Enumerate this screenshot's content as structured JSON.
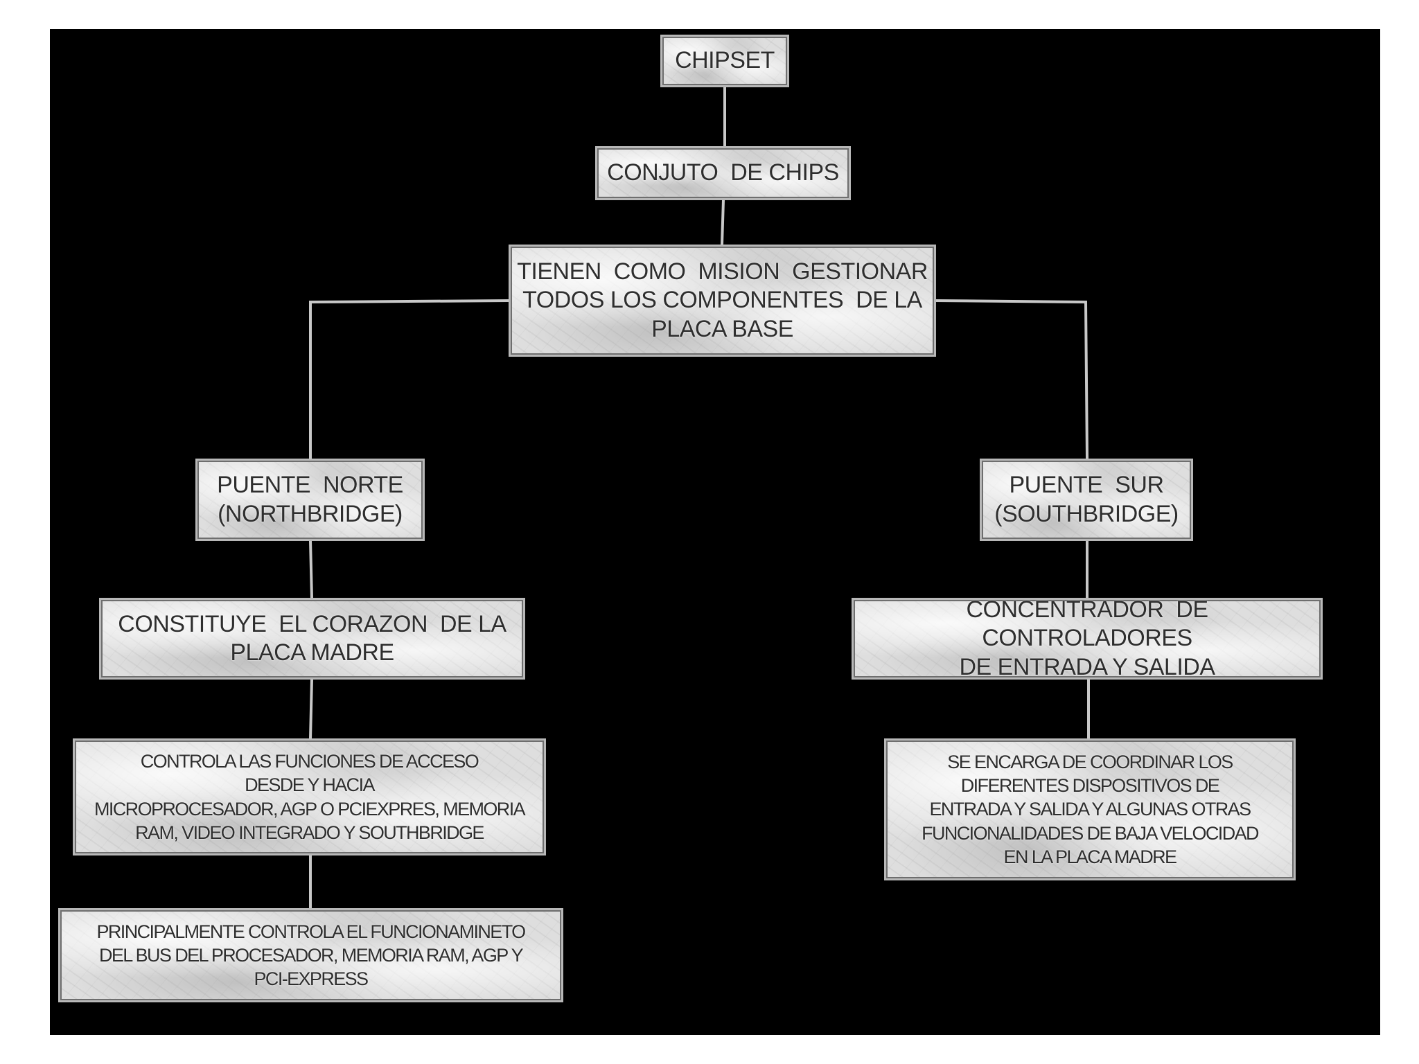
{
  "diagram": {
    "nodes": {
      "chipset": "CHIPSET",
      "conjunto": "CONJUTO  DE CHIPS",
      "mision": "TIENEN COMO MISION GESTIONAR TODOS LOS COMPONENTES DE LA PLACA BASE",
      "norte": "PUENTE NORTE (NORTHBRIDGE)",
      "sur": "PUENTE SUR (SOUTHBRIDGE)",
      "corazon": "CONSTITUYE EL CORAZON DE LA PLACA MADRE",
      "concentrador": "CONCENTRADOR DE CONTROLADORES DE ENTRADA Y SALIDA",
      "controla": "CONTROLA LAS FUNCIONES DE ACCESO DESDE Y HACIA MICROPROCESADOR, AGP O PCIExpres, MEMORIA RAM, VIDEO INTEGRADO Y SOUTHBRIDGE",
      "encarga": "SE ENCARGA DE COORDINAR LOS DIFERENTES DISPOSITIVOS DE ENTRADA Y SALIDA Y ALGUNAS OTRAS FUNCIONALIDADES DE BAJA VELOCIDAD EN LA PLACA MADRE",
      "principal": "PRINCIPALMENTE CONTROLA EL FUNCIONAMINETO DEL BUS DEL PROCESADOR, MEMORIA RAM, AGP Y PCI-Express"
    },
    "lines": {
      "chipset": [
        "CHIPSET"
      ],
      "conjunto": [
        "CONJUTO  DE CHIPS"
      ],
      "mision": [
        "TIENEN  COMO  MISION  GESTIONAR",
        "TODOS LOS COMPONENTES  DE LA",
        "PLACA BASE"
      ],
      "norte": [
        "PUENTE  NORTE",
        "(NORTHBRIDGE)"
      ],
      "sur": [
        "PUENTE  SUR",
        "(SOUTHBRIDGE)"
      ],
      "corazon": [
        "CONSTITUYE  EL CORAZON  DE LA",
        "PLACA MADRE"
      ],
      "concentrador": [
        "CONCENTRADOR  DE CONTROLADORES",
        "DE ENTRADA Y SALIDA"
      ],
      "controla": [
        "CONTROLA LAS FUNCIONES DE ACCESO",
        "DESDE Y HACIA",
        "MICROPROCESADOR, AGP O PCIExpres, MEMORIA",
        "RAM, VIDEO INTEGRADO Y SOUTHBRIDGE"
      ],
      "encarga": [
        "SE ENCARGA DE COORDINAR LOS",
        "DIFERENTES DISPOSITIVOS DE",
        "ENTRADA Y SALIDA Y ALGUNAS OTRAS",
        "FUNCIONALIDADES DE BAJA VELOCIDAD",
        "EN LA PLACA MADRE"
      ],
      "principal": [
        "PRINCIPALMENTE CONTROLA EL FUNCIONAMINETO",
        "DEL BUS DEL PROCESADOR, MEMORIA RAM, AGP Y",
        "PCI-Express"
      ]
    },
    "edges": [
      [
        "chipset",
        "conjunto"
      ],
      [
        "conjunto",
        "mision"
      ],
      [
        "mision",
        "norte"
      ],
      [
        "mision",
        "sur"
      ],
      [
        "norte",
        "corazon"
      ],
      [
        "corazon",
        "controla"
      ],
      [
        "controla",
        "principal"
      ],
      [
        "sur",
        "concentrador"
      ],
      [
        "concentrador",
        "encarga"
      ]
    ],
    "colors": {
      "background": "#000000",
      "connector": "#c8c8c8",
      "node_text": "#2e2e2e",
      "node_fill": "#dedede"
    }
  }
}
